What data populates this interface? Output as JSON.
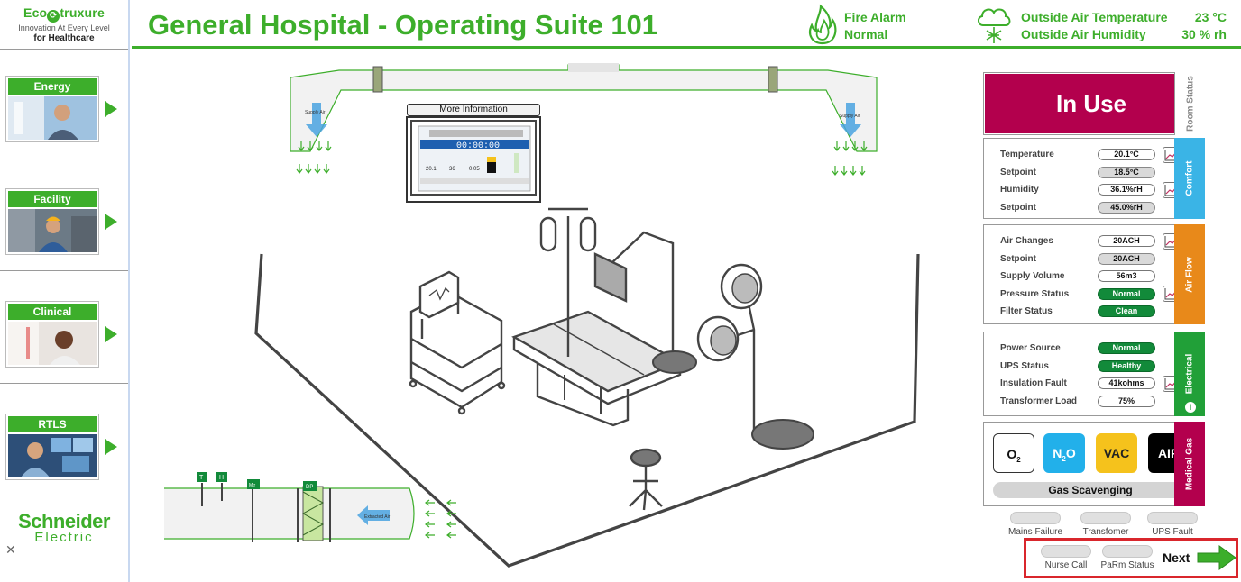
{
  "brand": {
    "logo_prefix": "Eco",
    "logo_suffix": "truxure",
    "tagline": "Innovation At Every Level",
    "sub": "for Healthcare"
  },
  "sidebar": {
    "items": [
      {
        "label": "Energy"
      },
      {
        "label": "Facility"
      },
      {
        "label": "Clinical"
      },
      {
        "label": "RTLS"
      }
    ],
    "company_line1": "Schneider",
    "company_line2": "Electric"
  },
  "header": {
    "title": "General Hospital - Operating Suite 101",
    "fire_alarm_label": "Fire Alarm",
    "fire_alarm_status": "Normal",
    "outside_temp_label": "Outside Air Temperature",
    "outside_temp_value": "23 °C",
    "outside_humidity_label": "Outside Air Humidity",
    "outside_humidity_value": "30 % rh"
  },
  "scene": {
    "supply_air_label": "Supply Air",
    "extracted_air_label": "Extracted Air",
    "more_info_label": "More Information",
    "monitor_time": "00:00:00",
    "monitor_values": [
      "20.1",
      "36",
      "0.05"
    ],
    "duct_tags": [
      "T",
      "H",
      "Mtr",
      "DP"
    ]
  },
  "room_status": {
    "tab": "Room Status",
    "value": "In Use"
  },
  "comfort": {
    "tab": "Comfort",
    "rows": [
      {
        "label": "Temperature",
        "value": "20.1°C"
      },
      {
        "label": "Setpoint",
        "value": "18.5°C"
      },
      {
        "label": "Humidity",
        "value": "36.1%rH"
      },
      {
        "label": "Setpoint",
        "value": "45.0%rH"
      }
    ]
  },
  "airflow": {
    "tab": "Air Flow",
    "rows": [
      {
        "label": "Air Changes",
        "value": "20ACH"
      },
      {
        "label": "Setpoint",
        "value": "20ACH"
      },
      {
        "label": "Supply Volume",
        "value": "56m3"
      },
      {
        "label": "Pressure Status",
        "value": "Normal"
      },
      {
        "label": "Filter Status",
        "value": "Clean"
      }
    ]
  },
  "electrical": {
    "tab": "Electrical",
    "rows": [
      {
        "label": "Power Source",
        "value": "Normal"
      },
      {
        "label": "UPS Status",
        "value": "Healthy"
      },
      {
        "label": "Insulation Fault",
        "value": "41kohms"
      },
      {
        "label": "Transformer Load",
        "value": "75%"
      }
    ]
  },
  "medical_gas": {
    "tab": "Medical Gas",
    "o2": "O",
    "o2_sub": "2",
    "n2o_n": "N",
    "n2o_sub": "2",
    "n2o_o": "O",
    "vac": "VAC",
    "air": "AIR",
    "scavenging": "Gas Scavenging"
  },
  "status_indicators": {
    "mains_failure": "Mains Failure",
    "transformer": "Transfomer",
    "ups_fault": "UPS Fault",
    "nurse_call": "Nurse Call",
    "parm_status": "PaRm Status"
  },
  "next": {
    "label": "Next"
  },
  "colors": {
    "brand_green": "#3dae2b",
    "in_use": "#b3004d",
    "comfort": "#3ab4e6",
    "airflow": "#e8891a",
    "electrical": "#21a038",
    "alert_red": "#d9262c"
  }
}
